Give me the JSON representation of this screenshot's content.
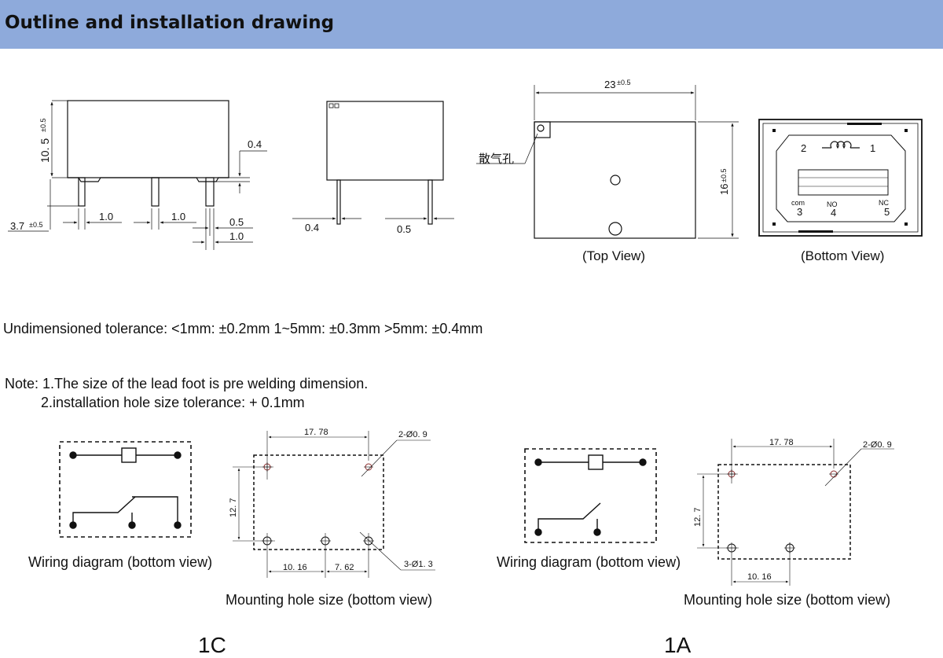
{
  "header": {
    "title": "Outline and installation drawing"
  },
  "outline": {
    "side_view": {
      "height_label": "10. 5",
      "height_tol": "±0.5",
      "pin_offset_label": "3.7",
      "pin_offset_tol": "±0.5",
      "pin_pitch_1": "1.0",
      "pin_pitch_2": "1.0",
      "pin_thickness": "0.4",
      "pin_width": "0.5",
      "pin_width_2": "1.0"
    },
    "end_view": {
      "pin_thickness": "0.4",
      "pin_width": "0.5"
    },
    "top_view": {
      "width_label": "23",
      "width_tol": "±0.5",
      "height_label": "16",
      "height_tol": "±0.5",
      "vent_label": "散气孔",
      "caption": "(Top View)"
    },
    "bottom_view": {
      "pin1": "1",
      "pin2": "2",
      "pin3": "3",
      "pin4": "4",
      "pin5": "5",
      "com": "com",
      "no": "NO",
      "nc": "NC",
      "caption": "(Bottom View)"
    }
  },
  "tolerance": "Undimensioned tolerance: <1mm: ±0.2mm  1~5mm: ±0.3mm  >5mm: ±0.4mm",
  "notes": {
    "line1": "Note: 1.The size of the lead foot is pre welding dimension.",
    "line2": "2.installation hole size tolerance: + 0.1mm"
  },
  "variant_1c": {
    "wiring_caption": "Wiring diagram (bottom view)",
    "mount_caption": "Mounting hole size (bottom view)",
    "dim_width": "17. 78",
    "dim_height": "12. 7",
    "dim_a": "10. 16",
    "dim_b": "7. 62",
    "hole_a": "2-Ø0. 9",
    "hole_b": "3-Ø1. 3",
    "label": "1C"
  },
  "variant_1a": {
    "wiring_caption": "Wiring diagram (bottom view)",
    "mount_caption": "Mounting hole size (bottom view)",
    "dim_width": "17. 78",
    "dim_height": "12. 7",
    "dim_a": "10. 16",
    "hole_a": "2-Ø0. 9",
    "label": "1A"
  }
}
